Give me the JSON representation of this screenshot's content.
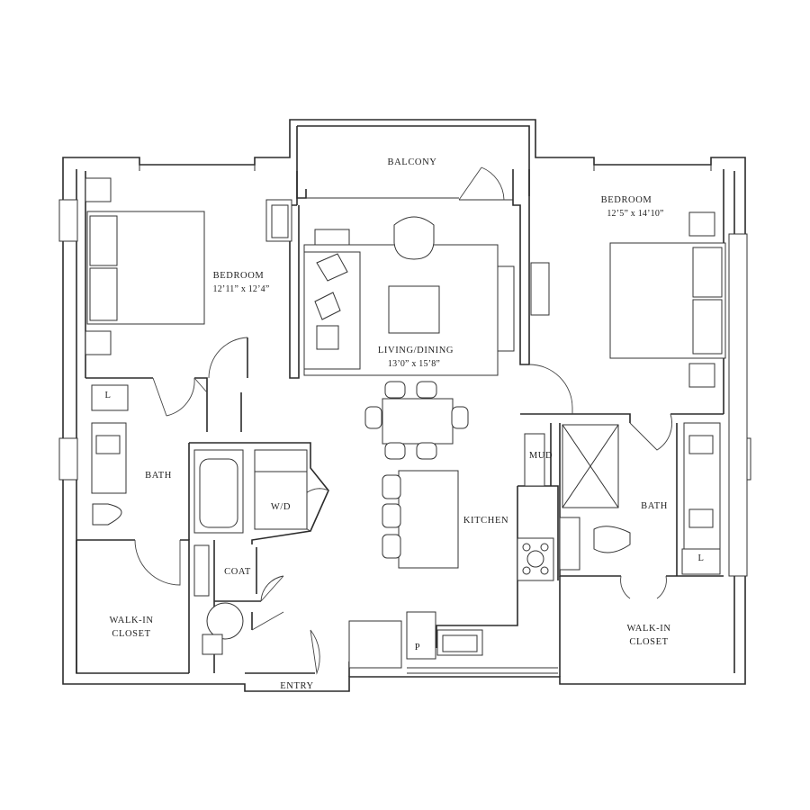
{
  "rooms": {
    "balcony": {
      "name": "BALCONY"
    },
    "bedroom_left": {
      "name": "BEDROOM",
      "size": "12’11” x 12’4”"
    },
    "bedroom_right": {
      "name": "BEDROOM",
      "size": "12’5” x 14’10”"
    },
    "living_dining": {
      "name": "LIVING/DINING",
      "size": "13’0” x 15’8”"
    },
    "bath_left": {
      "name": "BATH"
    },
    "bath_right": {
      "name": "BATH"
    },
    "kitchen": {
      "name": "KITCHEN"
    },
    "mud": {
      "name": "MUD"
    },
    "laundry": {
      "name": "W/D"
    },
    "coat": {
      "name": "COAT"
    },
    "closet_left": {
      "line1": "WALK-IN",
      "line2": "CLOSET"
    },
    "closet_right": {
      "line1": "WALK-IN",
      "line2": "CLOSET"
    },
    "entry": {
      "name": "ENTRY"
    },
    "pantry": {
      "name": "P"
    },
    "linen_left": {
      "name": "L"
    },
    "linen_right": {
      "name": "L"
    }
  }
}
